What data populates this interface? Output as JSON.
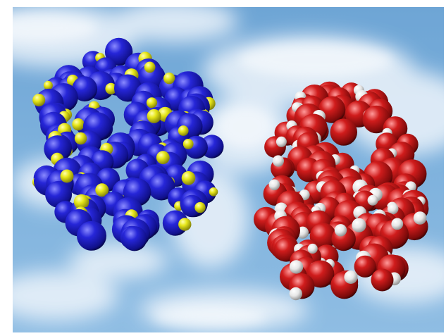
{
  "scene": {
    "description_free": true,
    "colors": {
      "sky_top": "#6fa6d6",
      "sky_bottom": "#8dbbe2",
      "cloud": "#e8f1f9",
      "blue_atom": "#1f1fc8",
      "blue_atom_dark": "#0a0a6a",
      "yellow_atom": "#e6e619",
      "red_atom": "#cc1a1a",
      "red_atom_dark": "#5a0606",
      "white_atom": "#f2f2f2"
    },
    "clusters": [
      {
        "name": "blue-yellow-cluster",
        "primary": "blue",
        "secondary": "yellow"
      },
      {
        "name": "red-white-cluster",
        "primary": "red",
        "secondary": "white"
      }
    ]
  }
}
